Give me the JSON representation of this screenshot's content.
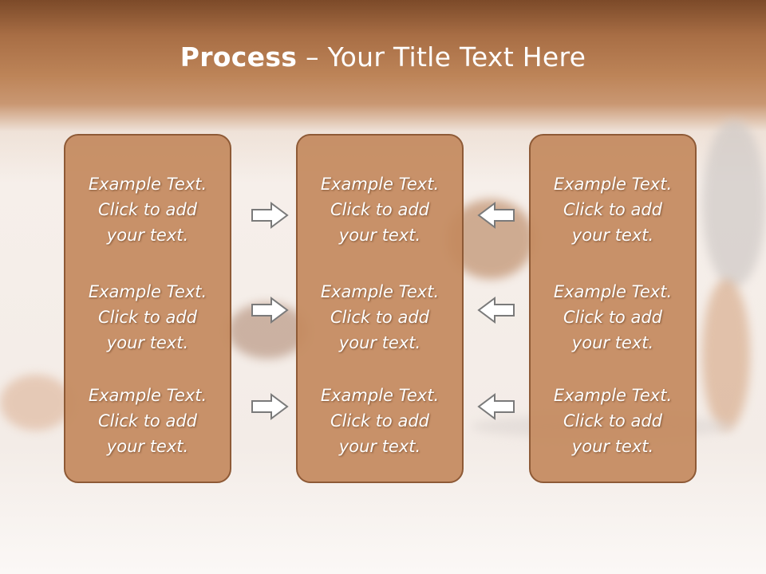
{
  "title": {
    "bold": "Process",
    "rest": " – Your Title Text Here"
  },
  "columns": [
    {
      "blocks": [
        [
          "Example Text.",
          "Click  to add",
          "your text."
        ],
        [
          "Example Text.",
          "Click  to add",
          "your text."
        ],
        [
          "Example Text.",
          "Click  to add",
          "your text."
        ]
      ]
    },
    {
      "blocks": [
        [
          "Example Text.",
          "Click  to add",
          "your text."
        ],
        [
          "Example Text.",
          "Click  to add",
          "your text."
        ],
        [
          "Example Text.",
          "Click  to add",
          "your text."
        ]
      ]
    },
    {
      "blocks": [
        [
          "Example Text.",
          "Click  to add",
          "your text."
        ],
        [
          "Example Text.",
          "Click  to add",
          "your text."
        ],
        [
          "Example Text.",
          "Click  to add",
          "your text."
        ]
      ]
    }
  ],
  "arrows": {
    "left_group": "right-arrow-icon",
    "right_group": "left-arrow-icon"
  },
  "colors": {
    "header": "#a86e45",
    "panel": "#c48a5f",
    "panel_border": "#8e5a36",
    "arrow_fill": "#ffffff",
    "arrow_stroke": "#7a7a7a"
  }
}
